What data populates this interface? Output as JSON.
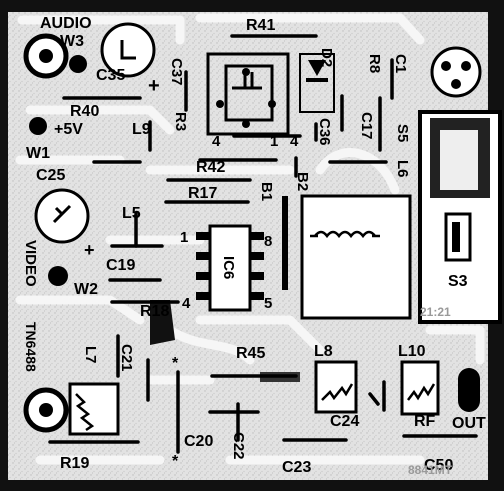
{
  "board": {
    "silkscreen_color": "#000000",
    "substrate_color": "#e4e4e4",
    "copper_color": "#cfcfcf",
    "mask_color": "#ffffff"
  },
  "labels": {
    "audio": "AUDIO",
    "w3": "W3",
    "r41": "R41",
    "d2": "D2",
    "r8": "R8",
    "c35": "C35",
    "c37": "C37",
    "c1": "C1",
    "r40": "R40",
    "r3": "R3",
    "plus5v": "+5V",
    "w1": "W1",
    "l9": "L9",
    "c36": "C36",
    "c17": "C17",
    "s5": "S5",
    "l6": "L6",
    "pin4a": "4",
    "pin1a": "1",
    "pin4b": "4",
    "r42": "R42",
    "b2": "B2",
    "c25": "C25",
    "r17": "R17",
    "b1": "B1",
    "l5": "L5",
    "pin1": "1",
    "pin8": "8",
    "ic6": "IC6",
    "video": "VIDEO",
    "c19": "C19",
    "s3": "S3",
    "w2": "W2",
    "pin4": "4",
    "pin5": "5",
    "r18": "R18",
    "pcb_code": "TN6488",
    "side_code": "21:21",
    "l7": "L7",
    "c21": "C21",
    "r45": "R45",
    "l8": "L8",
    "l10": "L10",
    "c24": "C24",
    "rf": "RF",
    "out": "OUT",
    "c20": "C20",
    "c22": "C22",
    "r19": "R19",
    "c23": "C23",
    "c50": "C50",
    "corner_code": "8841MT"
  }
}
